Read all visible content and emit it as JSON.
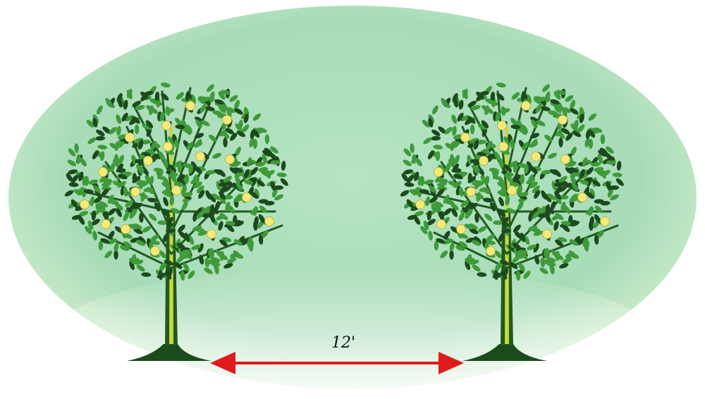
{
  "diagram": {
    "distance_label": "12'",
    "trees": [
      {
        "name": "left-tree",
        "fruit_count": 18
      },
      {
        "name": "right-tree",
        "fruit_count": 18
      }
    ]
  },
  "colors": {
    "background": "#ffffff",
    "ellipse_center": "#aee0bf",
    "ellipse_edge": "#cfeecf",
    "trunk": "#1f5a1f",
    "trunk_highlight": "#c8d93a",
    "leaf": "#3f9a3a",
    "leaf_dark": "#1c4a1c",
    "fruit": "#f2ea7a",
    "arrow": "#e01b1b"
  }
}
